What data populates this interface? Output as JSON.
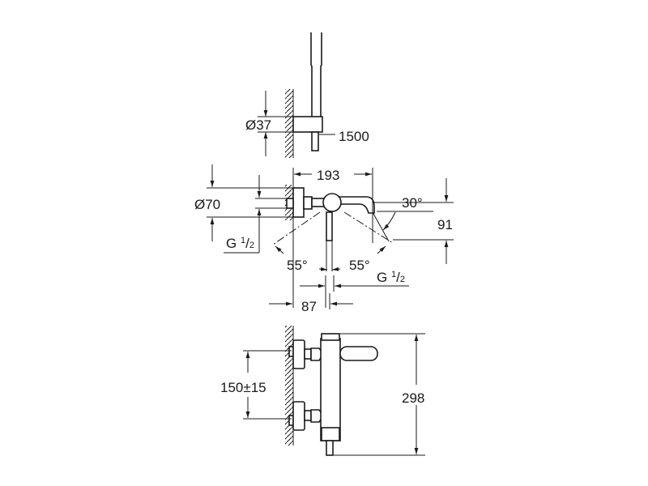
{
  "drawing": {
    "top_view": {
      "diameter_label": "Ø37",
      "hose_length_label": "1500"
    },
    "middle_view": {
      "width_label": "193",
      "flange_diameter_label": "Ø70",
      "inlet_thread_label": "G",
      "inlet_thread_fraction_num": "1",
      "inlet_thread_fraction_den": "2",
      "spout_angle_label": "30°",
      "height_label": "91",
      "handle_angle_left_label": "55°",
      "handle_angle_right_label": "55°",
      "outlet_thread_label": "G",
      "outlet_thread_fraction_num": "1",
      "outlet_thread_fraction_den": "2",
      "depth_label": "87"
    },
    "bottom_view": {
      "inlet_spacing_label": "150±15",
      "total_height_label": "298"
    }
  }
}
